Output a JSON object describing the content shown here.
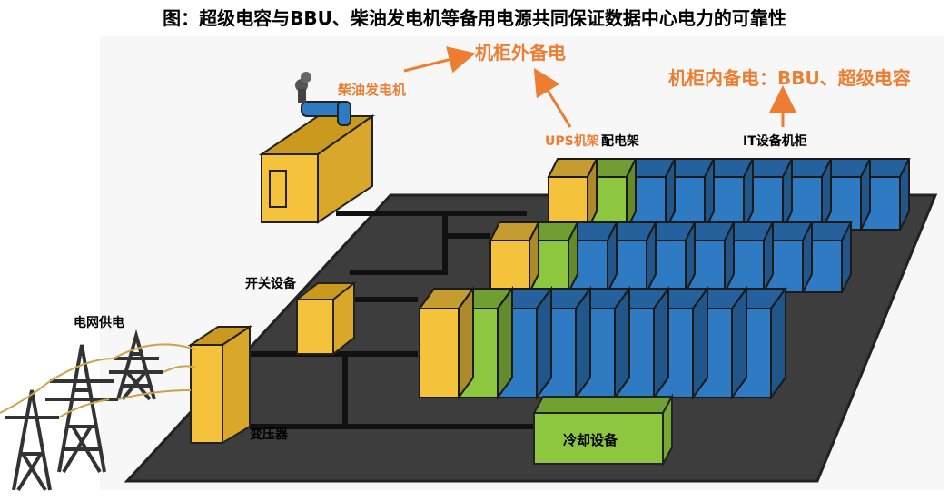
{
  "title": "图：超级电容与BBU、柴油发电机等备用电源共同保证数据中心电力的可靠性",
  "labels": {
    "diesel": "柴油发电机",
    "outside_backup": "机柜外备电",
    "inside_backup": "机柜内备电：BBU、超级电容",
    "ups": "UPS机架",
    "distribution": "配电架",
    "it_cabinet": "IT设备机柜",
    "switchgear": "开关设备",
    "grid": "电网供电",
    "transformer": "变压器",
    "cooling": "冷却设备"
  },
  "colors": {
    "ups": "#f5c33b",
    "distribution": "#8dc63f",
    "it_cabinet": "#2e7bc4",
    "floor": "#3a3a3a",
    "arrow": "#ed7d31",
    "generator": "#f5c33b",
    "cooling": "#8dc63f"
  }
}
